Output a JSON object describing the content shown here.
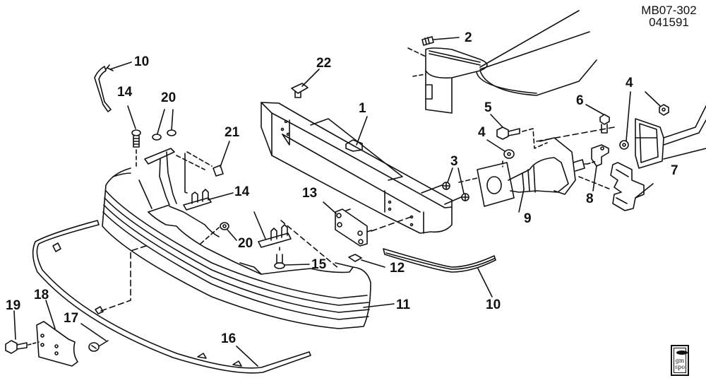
{
  "diagram": {
    "title_code": "MB07-302",
    "date_code": "041591",
    "subject": "Front bumper assembly exploded view",
    "logo": {
      "line1": "gm",
      "line2": "spo"
    },
    "callouts": [
      {
        "id": "c1",
        "label": "1"
      },
      {
        "id": "c2",
        "label": "2"
      },
      {
        "id": "c3",
        "label": "3"
      },
      {
        "id": "c4a",
        "label": "4"
      },
      {
        "id": "c4b",
        "label": "4"
      },
      {
        "id": "c5",
        "label": "5"
      },
      {
        "id": "c6",
        "label": "6"
      },
      {
        "id": "c7",
        "label": "7"
      },
      {
        "id": "c8",
        "label": "8"
      },
      {
        "id": "c9",
        "label": "9"
      },
      {
        "id": "c10a",
        "label": "10"
      },
      {
        "id": "c10b",
        "label": "10"
      },
      {
        "id": "c11",
        "label": "11"
      },
      {
        "id": "c12",
        "label": "12"
      },
      {
        "id": "c13",
        "label": "13"
      },
      {
        "id": "c14a",
        "label": "14"
      },
      {
        "id": "c14b",
        "label": "14"
      },
      {
        "id": "c15",
        "label": "15"
      },
      {
        "id": "c16",
        "label": "16"
      },
      {
        "id": "c17",
        "label": "17"
      },
      {
        "id": "c18",
        "label": "18"
      },
      {
        "id": "c19",
        "label": "19"
      },
      {
        "id": "c20a",
        "label": "20"
      },
      {
        "id": "c20b",
        "label": "20"
      },
      {
        "id": "c21",
        "label": "21"
      },
      {
        "id": "c22",
        "label": "22"
      }
    ]
  }
}
